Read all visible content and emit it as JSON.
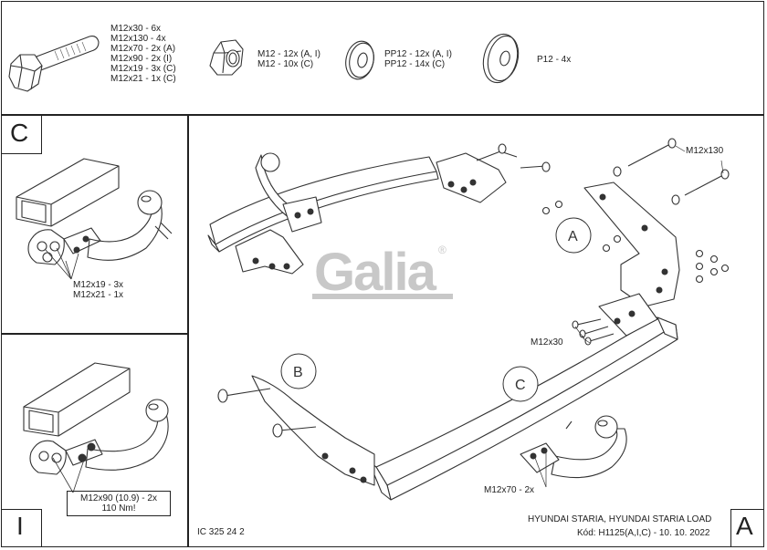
{
  "hardware": {
    "bolts": [
      "M12x30 - 6x",
      "M12x130 - 4x",
      "M12x70 - 2x (A)",
      "M12x90 - 2x (I)",
      "M12x19 - 3x (C)",
      "M12x21 - 1x (C)"
    ],
    "nuts": [
      "M12 - 12x (A, I)",
      "M12 - 10x (C)"
    ],
    "washers": [
      "PP12 - 12x (A, I)",
      "PP12 - 14x (C)"
    ],
    "plates": [
      "P12 - 4x"
    ]
  },
  "panel_c": {
    "letter": "C",
    "labels": [
      "M12x19 - 3x",
      "M12x21 - 1x"
    ]
  },
  "panel_i": {
    "letter": "I",
    "labels": [
      "M12x90 (10.9) - 2x",
      "110 Nm!"
    ]
  },
  "main": {
    "callouts": [
      "A",
      "B",
      "C"
    ],
    "labels": {
      "m12x130": "M12x130",
      "m12x30": "M12x30",
      "m12x70": "M12x70 - 2x"
    }
  },
  "logo": {
    "text": "Galia",
    "mark": "®"
  },
  "footer": {
    "ic_number": "IC 325 24 2",
    "model": "HYUNDAI STARIA, HYUNDAI STARIA LOAD",
    "code": "Kód: H1125(A,I,C) - 10. 10. 2022",
    "variant": "A"
  }
}
